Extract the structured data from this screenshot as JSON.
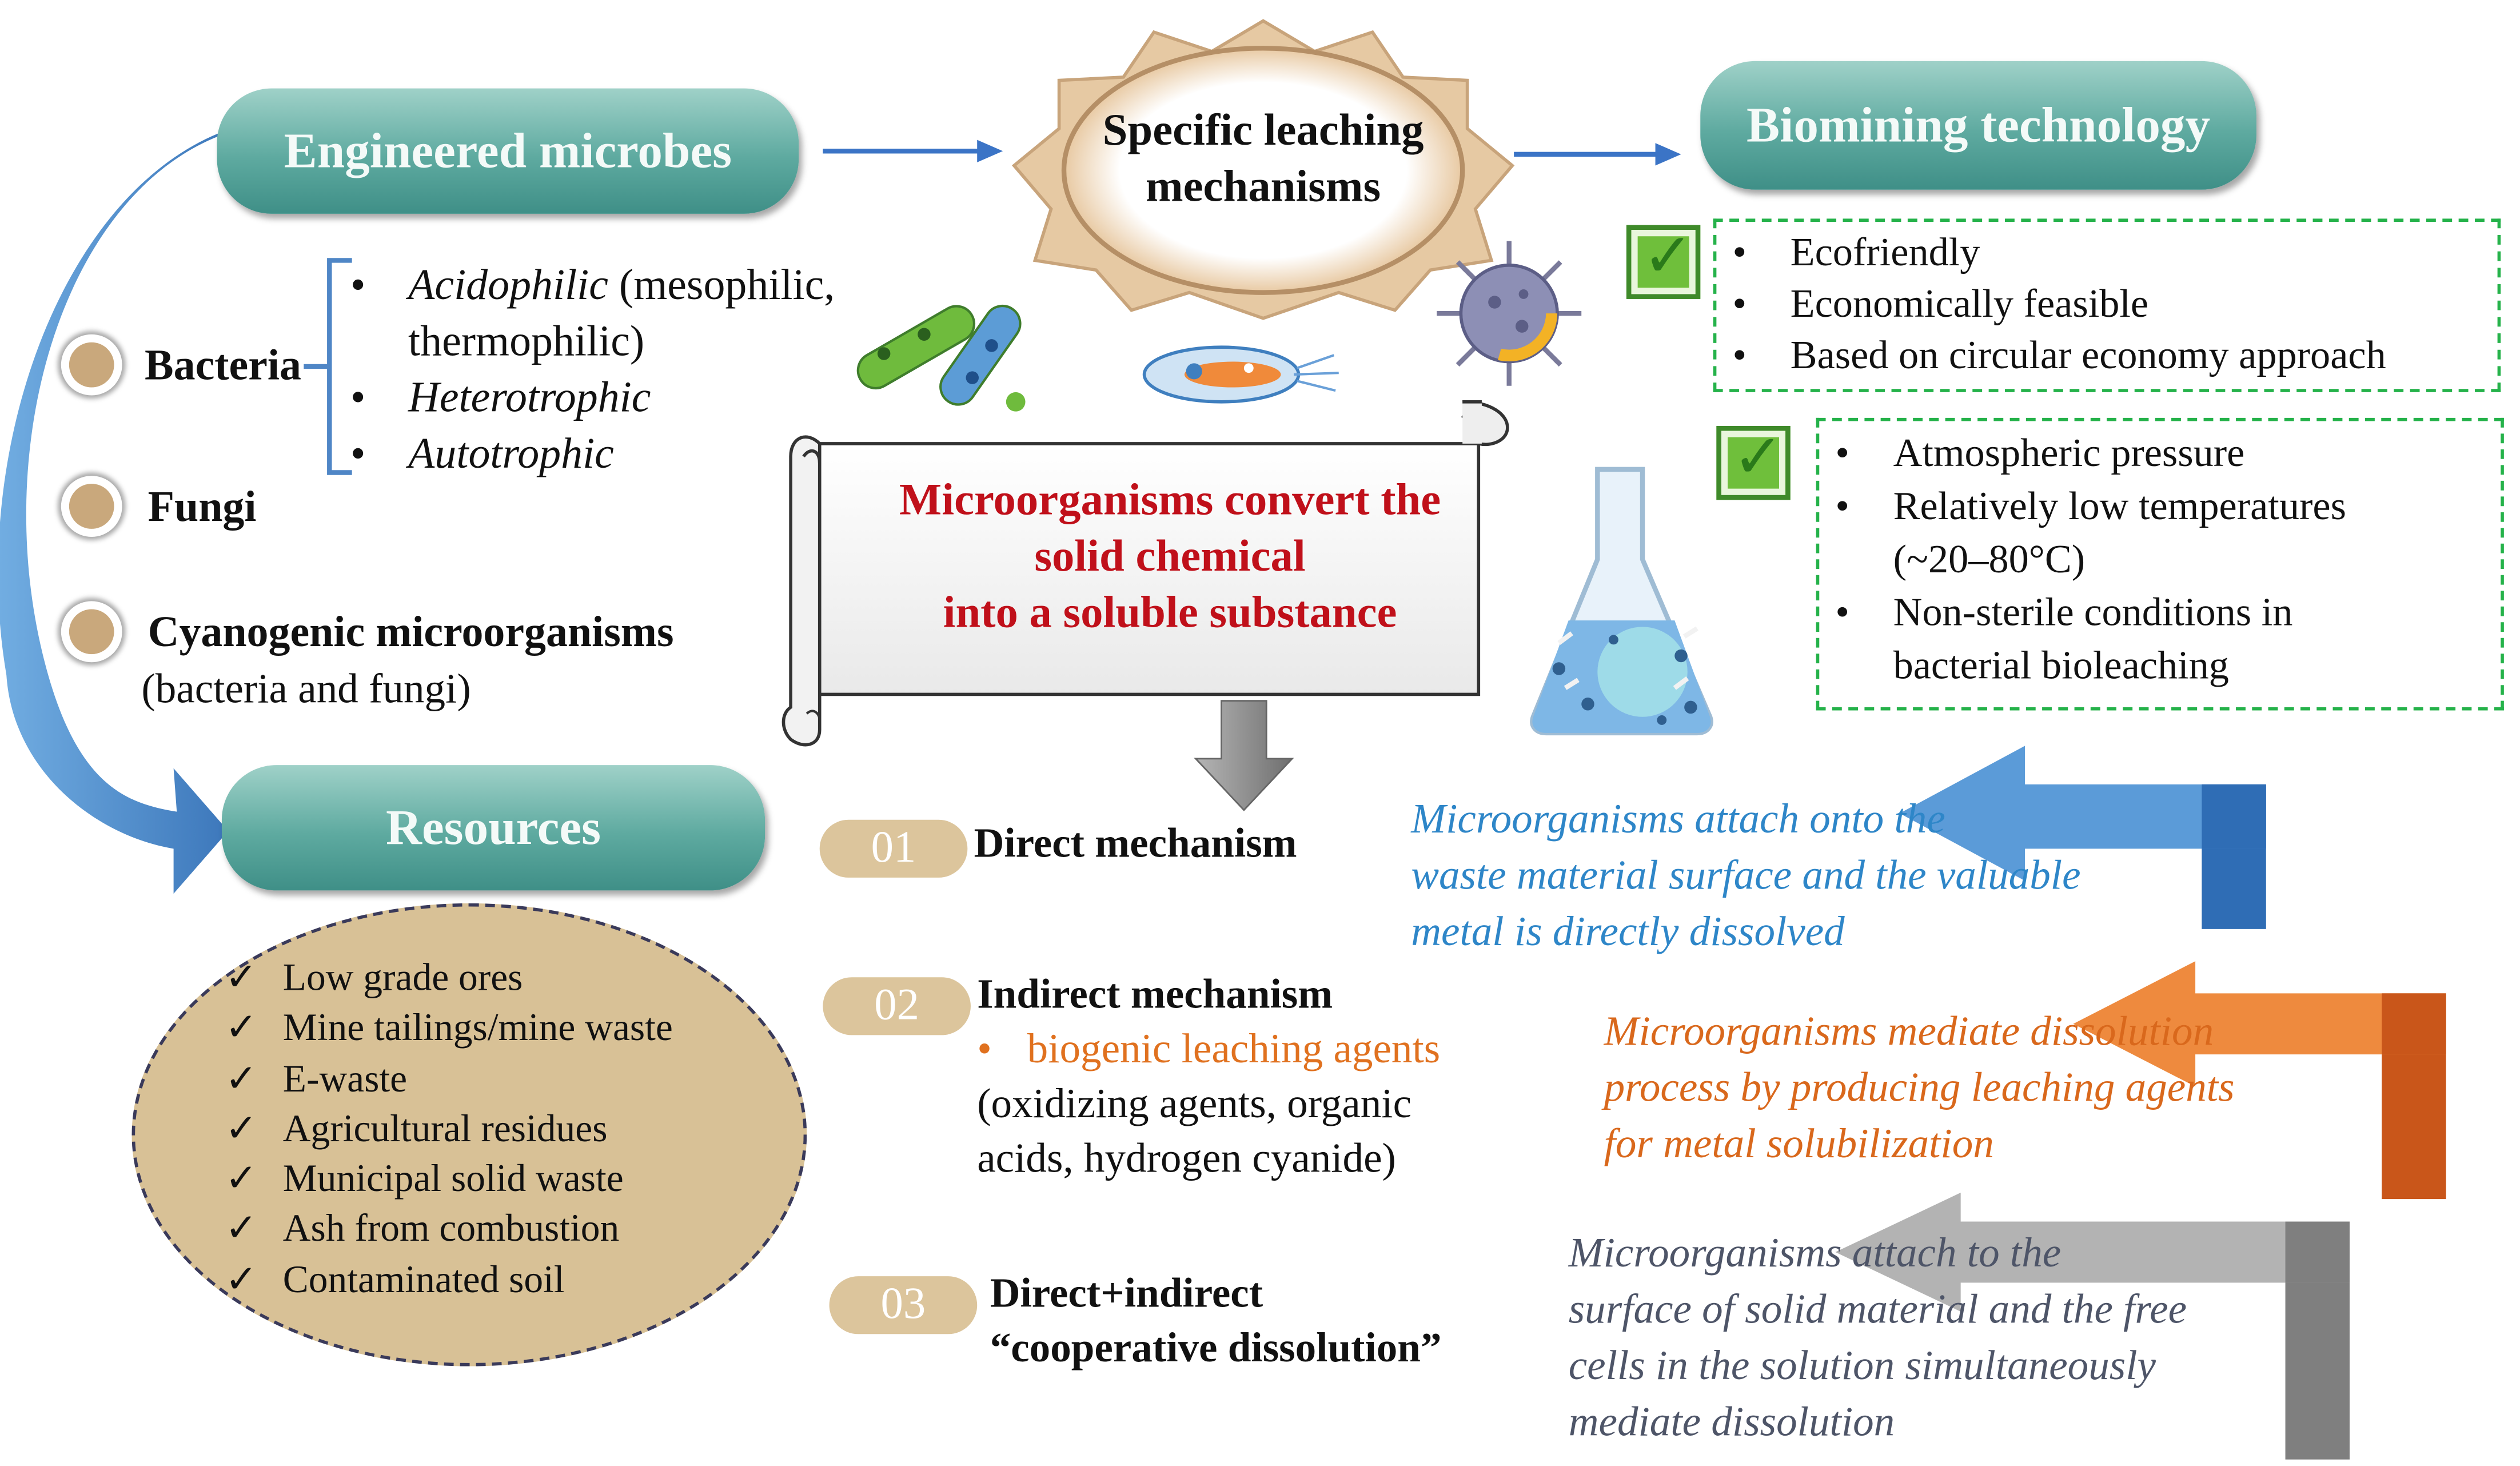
{
  "pills": {
    "engineered_microbes": "Engineered microbes",
    "biomining_technology": "Biomining technology",
    "resources": "Resources"
  },
  "specific_leaching": {
    "line1": "Specific leaching",
    "line2": "mechanisms"
  },
  "organisms": {
    "bacteria": "Bacteria",
    "fungi": "Fungi",
    "cyanogenic": "Cyanogenic microorganisms",
    "cyanogenic_sub": "(bacteria and fungi)"
  },
  "bacteria_types": {
    "acidophilic": "Acidophilic",
    "acidophilic_rest": " (mesophilic,",
    "acidophilic_line2": "thermophilic)",
    "heterotrophic": "Heterotrophic",
    "autotrophic": "Autotrophic"
  },
  "scroll": {
    "line1": "Microorganisms convert the",
    "line2": "solid chemical",
    "line3": "into a soluble substance"
  },
  "benefits_1": [
    "Ecofriendly",
    "Economically  feasible",
    "Based on circular economy approach"
  ],
  "benefits_2": {
    "item1": "Atmospheric pressure",
    "item2_line1": "Relatively low temperatures",
    "item2_line2": "(~20–80°C)",
    "item3_line1": "Non-sterile conditions in",
    "item3_line2": "bacterial bioleaching"
  },
  "resources_list": [
    "Low grade ores",
    "Mine tailings/mine  waste",
    "E-waste",
    "Agricultural residues",
    "Municipal solid waste",
    "Ash from combustion",
    "Contaminated soil"
  ],
  "mechanisms": {
    "m1": {
      "num": "01",
      "title": "Direct mechanism"
    },
    "m2": {
      "num": "02",
      "title": "Indirect mechanism",
      "bullet": "biogenic leaching agents",
      "detail_line1": "(oxidizing agents, organic",
      "detail_line2": "acids, hydrogen cyanide)"
    },
    "m3": {
      "num": "03",
      "title_line1": "Direct+indirect",
      "title_line2": "“cooperative dissolution”"
    }
  },
  "descriptions": {
    "direct": [
      "Microorganisms attach onto the",
      "waste material surface and the valuable",
      "metal is directly dissolved"
    ],
    "indirect": [
      "Microorganisms mediate dissolution",
      "process by producing leaching agents",
      "for metal solubilization"
    ],
    "cooperative": [
      "Microorganisms attach to the",
      "surface of solid material and the free",
      "cells in the solution simultaneously",
      "mediate dissolution"
    ]
  },
  "colors": {
    "teal_pill": "#5eaaa0",
    "scroll_text": "#c0101a",
    "blue_arrow": "#2f6db5",
    "orange_arrow": "#e0711f",
    "gray_arrow": "#8c8c8c",
    "checkbox_green": "#6fbf3b",
    "resources_fill": "#d8c196"
  },
  "icons": [
    "check-box-icon",
    "bacteria-icon",
    "bacillus-icon",
    "virus-icon",
    "flask-icon",
    "down-arrow-icon",
    "curved-arrow-icon"
  ]
}
